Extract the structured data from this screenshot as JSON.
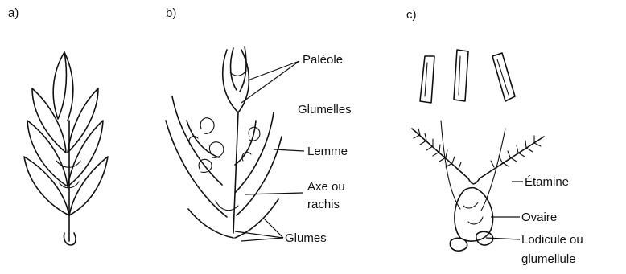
{
  "panels": {
    "a": "a)",
    "b": "b)",
    "c": "c)"
  },
  "labels": {
    "paleole": "Paléole",
    "glumelles": "Glumelles",
    "lemme": "Lemme",
    "axe_line1": "Axe ou",
    "axe_line2": "rachis",
    "glumes": "Glumes",
    "etamine": "Étamine",
    "ovaire": "Ovaire",
    "lodicule_line1": "Lodicule ou",
    "lodicule_line2": "glumellule"
  }
}
